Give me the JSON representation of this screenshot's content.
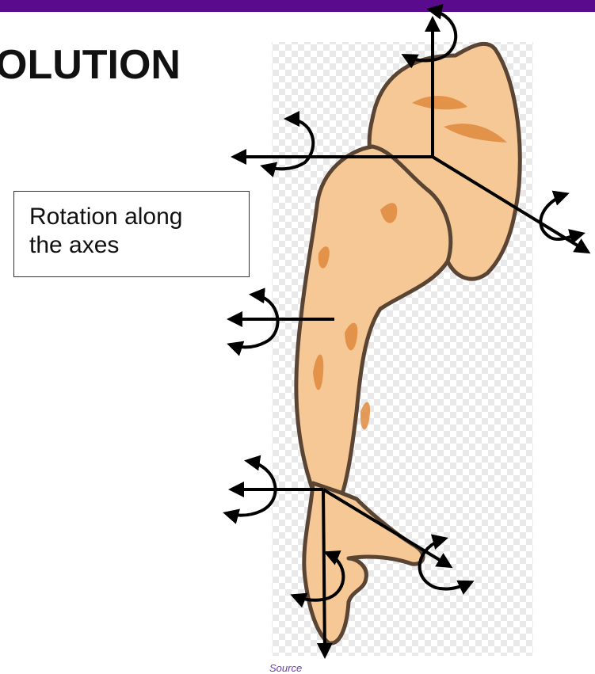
{
  "header": {
    "title": "OLUTION"
  },
  "callout": {
    "line1": "Rotation along",
    "line2": "the axes"
  },
  "footer": {
    "source_link": "Source"
  },
  "colors": {
    "top_bar": "#5a0a8c",
    "source_link": "#6a3fa8",
    "skin": "#f5c896",
    "skin_shadow": "#e08a3c",
    "outline": "#5a4433",
    "axis": "#000000"
  },
  "icons": {
    "rotation_marker": "curved-double-arrow-icon"
  }
}
